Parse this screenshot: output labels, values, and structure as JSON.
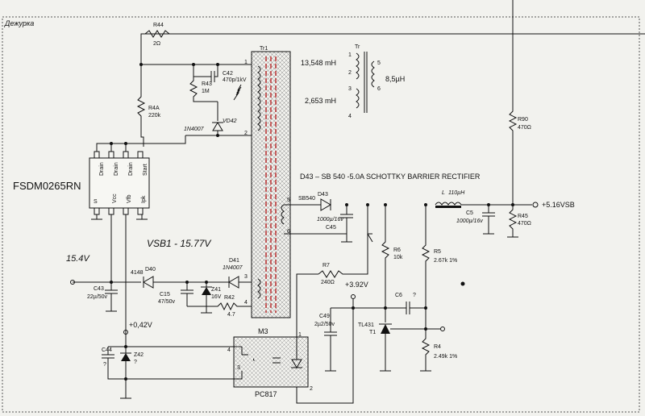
{
  "section_label": "Дежурка",
  "ic": {
    "name": "FSDM0265RN",
    "top_pins": [
      "Drain",
      "Drain",
      "Drain",
      "Start"
    ],
    "bottom_pins": [
      "S",
      "Vcc",
      "Vfb",
      "Ipk"
    ]
  },
  "transformer": {
    "ref": "Tr1",
    "pins": [
      "1",
      "2",
      "3",
      "4",
      "5",
      "6"
    ],
    "legend_ref": "Tr",
    "legend_pins": [
      "1",
      "2",
      "3",
      "4",
      "5",
      "6"
    ],
    "primary_inductance": "13,548 mH",
    "aux_inductance": "2,653 mH",
    "secondary_inductance": "8,5µH"
  },
  "components": {
    "R44": {
      "ref": "R44",
      "value": "2Ω"
    },
    "R4A": {
      "ref": "R4A",
      "value": "220k"
    },
    "R43": {
      "ref": "R43",
      "value": "1M"
    },
    "C42": {
      "ref": "C42",
      "value": "470p/1kV"
    },
    "VD42": {
      "ref": "VD42",
      "value": "1N4007"
    },
    "D40": {
      "ref": "D40",
      "value": "4148"
    },
    "C43": {
      "ref": "C43",
      "value": "22µ/50v"
    },
    "C15": {
      "ref": "C15",
      "value": "47/50v"
    },
    "Z41": {
      "ref": "Z41",
      "value": "16V"
    },
    "D41": {
      "ref": "D41",
      "value": "1N4007"
    },
    "R42": {
      "ref": "R42",
      "value": "4.7"
    },
    "C44": {
      "ref": "C44",
      "value": "?"
    },
    "Z42": {
      "ref": "Z42",
      "value": "?"
    },
    "D43": {
      "ref": "D43",
      "value": "SB540"
    },
    "C45": {
      "ref": "C45",
      "value": "1000µ/16v"
    },
    "L": {
      "ref": "L",
      "value": "110µH"
    },
    "C5": {
      "ref": "C5",
      "value": "1000µ/16v"
    },
    "R90": {
      "ref": "R90",
      "value": "470Ω"
    },
    "R45": {
      "ref": "R45",
      "value": "470Ω"
    },
    "R7": {
      "ref": "R7",
      "value": "240Ω"
    },
    "R6": {
      "ref": "R6",
      "value": "10k"
    },
    "R5": {
      "ref": "R5",
      "value": "2.67k 1%"
    },
    "C6": {
      "ref": "C6",
      "value": "?"
    },
    "C49": {
      "ref": "C49",
      "value": "2µ2/50v"
    },
    "TL431": {
      "ref": "TL431",
      "value": "T1"
    },
    "R4": {
      "ref": "R4",
      "value": "2.49k 1%"
    },
    "M3": {
      "ref": "M3",
      "value": "PC817",
      "pins": [
        "1",
        "2",
        "3",
        "4"
      ]
    }
  },
  "annotations": {
    "d43_desc": "D43 –  SB 540 -5.0A SCHOTTKY BARRIER RECTIFIER",
    "vout": "+5.16VSB",
    "vsb1": "VSB1  - 15.77V",
    "v154": "15.4V",
    "v392": "+3.92V",
    "v042": "+0,42V"
  }
}
